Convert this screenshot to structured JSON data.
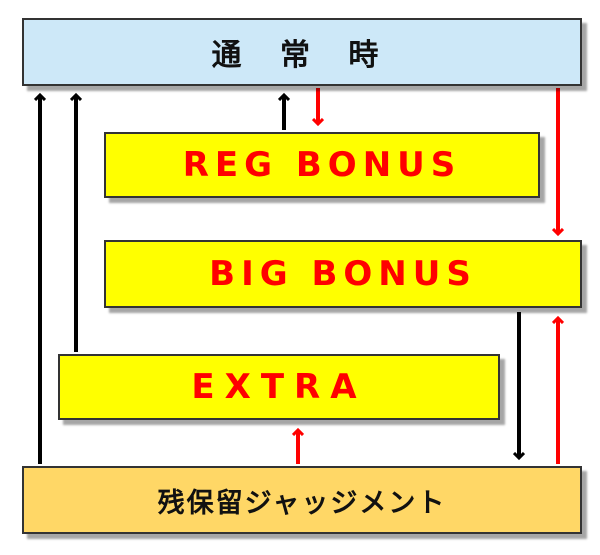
{
  "boxes": {
    "normal": {
      "label": "通 常 時"
    },
    "reg": {
      "label": "REG BONUS"
    },
    "big": {
      "label": "BIG BONUS"
    },
    "extra": {
      "label": "EXTRA"
    },
    "judge": {
      "label": "残保留ジャッジメント"
    }
  },
  "colors": {
    "normal_fill": "#cde8f8",
    "bonus_fill": "#ffff00",
    "judge_fill": "#ffd766",
    "bonus_text": "#ff0000",
    "arrow_red": "#ff0000",
    "arrow_black": "#000000"
  }
}
